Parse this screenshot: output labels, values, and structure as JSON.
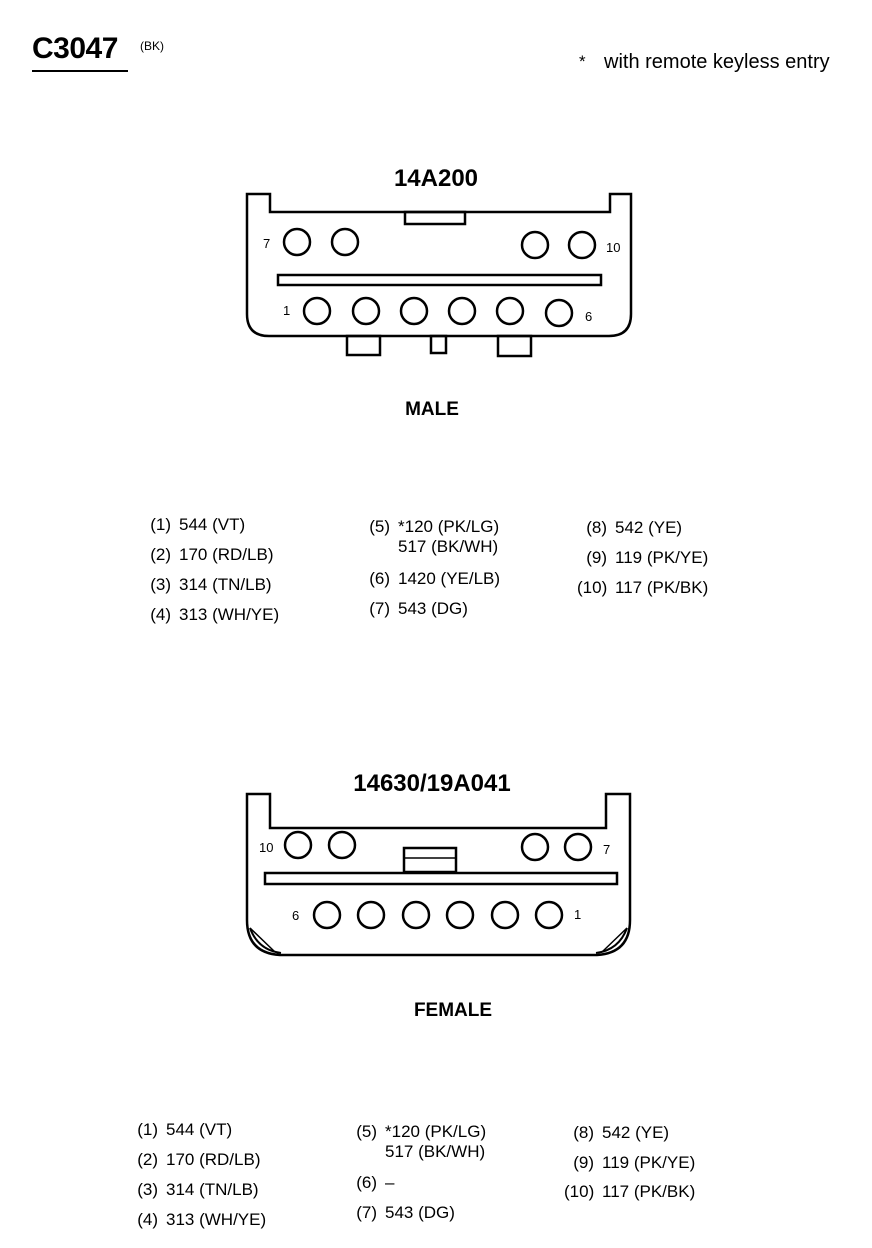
{
  "header": {
    "connector_id": "C3047",
    "connector_color": "(BK)",
    "note_marker": "*",
    "note_text": "with remote keyless entry"
  },
  "male": {
    "part_number": "14A200",
    "view_label": "MALE",
    "pin_labels": {
      "top_left": "7",
      "top_right": "10",
      "bottom_left": "1",
      "bottom_right": "6"
    },
    "pins": [
      {
        "num": "(1)",
        "circuits": [
          "544 (VT)"
        ]
      },
      {
        "num": "(2)",
        "circuits": [
          "170 (RD/LB)"
        ]
      },
      {
        "num": "(3)",
        "circuits": [
          "314 (TN/LB)"
        ]
      },
      {
        "num": "(4)",
        "circuits": [
          "313 (WH/YE)"
        ]
      },
      {
        "num": "(5)",
        "circuits": [
          "*120 (PK/LG)",
          "517 (BK/WH)"
        ]
      },
      {
        "num": "(6)",
        "circuits": [
          "1420 (YE/LB)"
        ]
      },
      {
        "num": "(7)",
        "circuits": [
          "543 (DG)"
        ]
      },
      {
        "num": "(8)",
        "circuits": [
          "542 (YE)"
        ]
      },
      {
        "num": "(9)",
        "circuits": [
          "119 (PK/YE)"
        ]
      },
      {
        "num": "(10)",
        "circuits": [
          "117 (PK/BK)"
        ]
      }
    ]
  },
  "female": {
    "part_number": "14630/19A041",
    "view_label": "FEMALE",
    "pin_labels": {
      "top_left": "10",
      "top_right": "7",
      "bottom_left": "6",
      "bottom_right": "1"
    },
    "pins": [
      {
        "num": "(1)",
        "circuits": [
          "544 (VT)"
        ]
      },
      {
        "num": "(2)",
        "circuits": [
          "170 (RD/LB)"
        ]
      },
      {
        "num": "(3)",
        "circuits": [
          "314 (TN/LB)"
        ]
      },
      {
        "num": "(4)",
        "circuits": [
          "313 (WH/YE)"
        ]
      },
      {
        "num": "(5)",
        "circuits": [
          "*120 (PK/LG)",
          "517 (BK/WH)"
        ]
      },
      {
        "num": "(6)",
        "circuits": [
          "–"
        ]
      },
      {
        "num": "(7)",
        "circuits": [
          "543 (DG)"
        ]
      },
      {
        "num": "(8)",
        "circuits": [
          "542 (YE)"
        ]
      },
      {
        "num": "(9)",
        "circuits": [
          "119 (PK/YE)"
        ]
      },
      {
        "num": "(10)",
        "circuits": [
          "117 (PK/BK)"
        ]
      }
    ]
  }
}
